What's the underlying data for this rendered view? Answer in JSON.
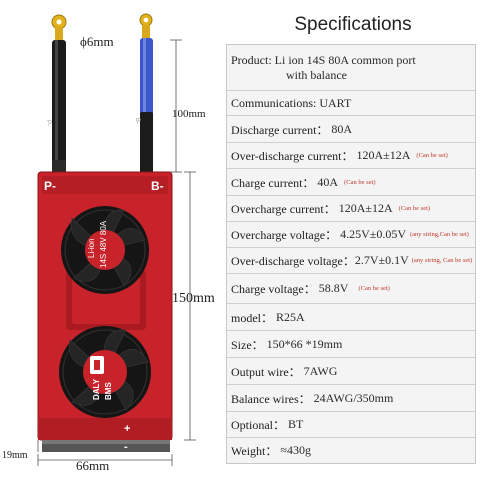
{
  "image": {
    "dimensions": {
      "wire_dia": "ϕ6mm",
      "wire_len": "100mm",
      "height": "150mm",
      "width": "66mm",
      "thickness": "19mm"
    },
    "board": {
      "p_label": "P-",
      "b_label": "B-",
      "wire_tag_p": "P-",
      "wire_tag_b": "B-",
      "plus": "+",
      "minus": "-",
      "spec_line1": "Li-ion",
      "spec_line2": "14S 48V 80A",
      "brand": "DALY",
      "brand2": "BMS"
    },
    "colors": {
      "board_red": "#c8232a",
      "board_dark": "#a91b21",
      "wire_black": "#1b1b1b",
      "wire_blue": "#3b57c9",
      "terminal_gold": "#e2b21c"
    }
  },
  "spec": {
    "title": "Specifications",
    "rows": [
      {
        "key": "Product:",
        "value": "Li ion 14S 80A common port",
        "value2": "with balance"
      },
      {
        "key": "Communications:",
        "value": "UART"
      },
      {
        "key": "Discharge current：",
        "value": "80A"
      },
      {
        "key": "Over-discharge current：",
        "value": "120A±12A",
        "note": "(Can be set)"
      },
      {
        "key": "Charge current：",
        "value": "40A",
        "note": "(Can be set)"
      },
      {
        "key": "Overcharge current：",
        "value": "120A±12A",
        "note": "(Can be set)"
      },
      {
        "key": "Overcharge voltage：",
        "value": "4.25V±0.05V",
        "note": "(any string,Can be set)"
      },
      {
        "key": "Over-discharge voltage：",
        "value": "2.7V±0.1V",
        "note": "(any string, Can be set)"
      },
      {
        "key": "Charge voltage：",
        "value": "58.8V",
        "note": "(Can be set)"
      },
      {
        "key": "model：",
        "value": "R25A"
      },
      {
        "key": "Size：",
        "value": "150*66 *19mm"
      },
      {
        "key": "Output wire：",
        "value": "7AWG"
      },
      {
        "key": "Balance wires：",
        "value": "24AWG/350mm"
      },
      {
        "key": "Optional：",
        "value": "BT"
      },
      {
        "key": "Weight：",
        "value": "≈430g"
      }
    ]
  }
}
